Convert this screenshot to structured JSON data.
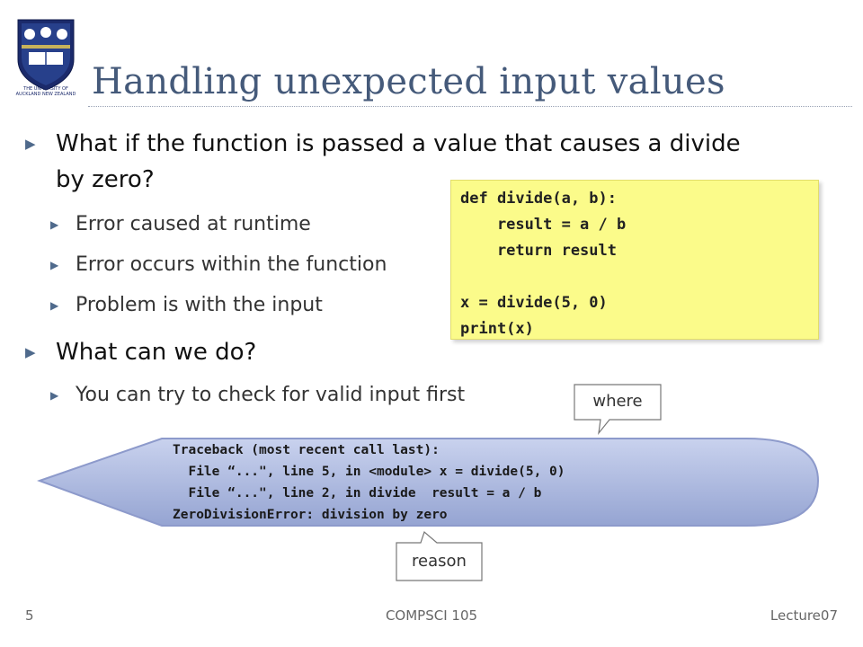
{
  "slide": {
    "title": "Handling unexpected input values",
    "logo_text": "THE UNIVERSITY OF AUCKLAND NEW ZEALAND"
  },
  "bullets": [
    {
      "text": "What if the function is passed a value that causes a divide",
      "cont": "by zero?"
    },
    {
      "text": "Error caused at runtime"
    },
    {
      "text": "Error occurs within the function"
    },
    {
      "text": "Problem is with the input"
    },
    {
      "text": "What can we do?"
    },
    {
      "text": "You can try to check for valid input first"
    }
  ],
  "code": {
    "lines": [
      "def divide(a, b):",
      "    result = a / b",
      "    return result",
      "",
      "x = divide(5, 0)",
      "print(x)"
    ]
  },
  "traceback": {
    "lines": [
      "Traceback (most recent call last):",
      "  File “...\", line 5, in <module> x = divide(5, 0)",
      "  File “...\", line 2, in divide  result = a / b",
      "ZeroDivisionError: division by zero"
    ]
  },
  "labels": {
    "where": "where",
    "reason": "reason"
  },
  "footer": {
    "page": "5",
    "course": "COMPSCI 105",
    "lecture": "Lecture07"
  },
  "colors": {
    "title": "#455a7a",
    "code_bg": "#fbfb8a",
    "callout_fill": "#a9b6dc"
  }
}
